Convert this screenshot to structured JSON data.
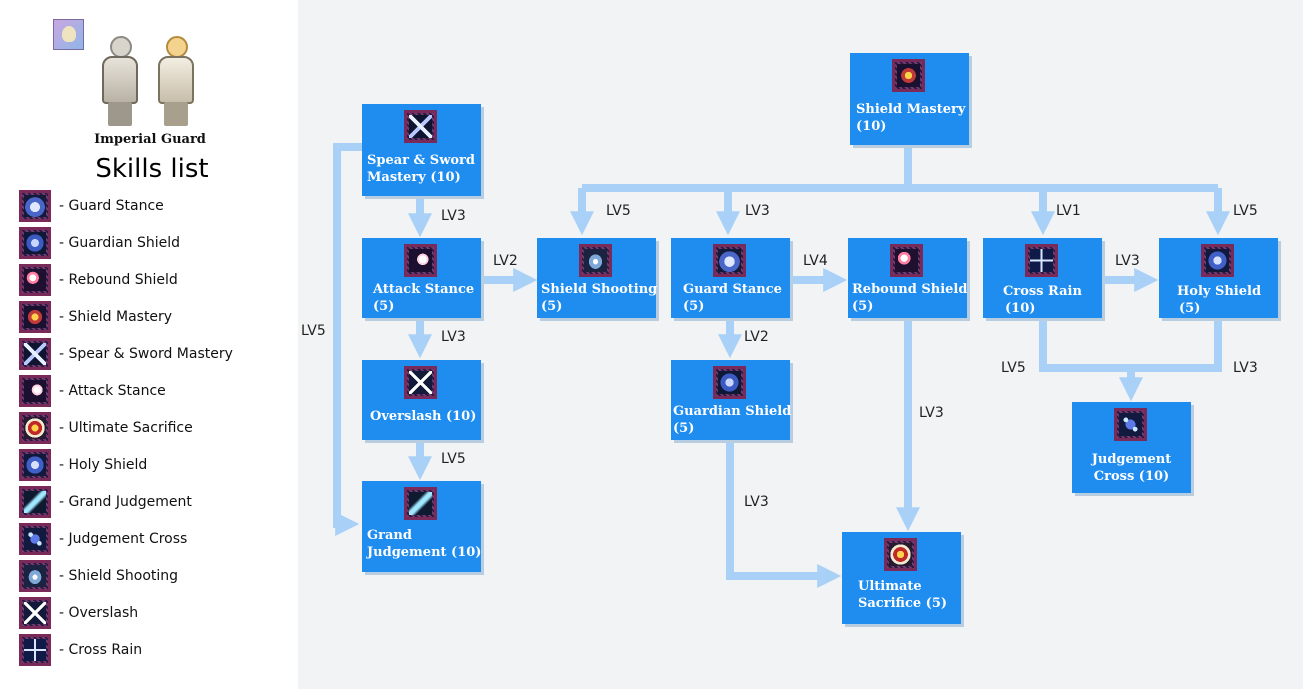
{
  "header": {
    "class_name": "Imperial Guard",
    "title": "Skills list"
  },
  "legend": [
    {
      "icon": "guard-stance-icon",
      "label": "- Guard Stance"
    },
    {
      "icon": "guardian-shield-icon",
      "label": "- Guardian Shield"
    },
    {
      "icon": "rebound-shield-icon",
      "label": "- Rebound Shield"
    },
    {
      "icon": "shield-mastery-icon",
      "label": "- Shield Mastery"
    },
    {
      "icon": "spear-sword-mastery-icon",
      "label": "- Spear & Sword Mastery"
    },
    {
      "icon": "attack-stance-icon",
      "label": "- Attack Stance"
    },
    {
      "icon": "ultimate-sacrifice-icon",
      "label": "- Ultimate Sacrifice"
    },
    {
      "icon": "holy-shield-icon",
      "label": "- Holy Shield"
    },
    {
      "icon": "grand-judgement-icon",
      "label": "- Grand Judgement"
    },
    {
      "icon": "judgement-cross-icon",
      "label": "- Judgement Cross"
    },
    {
      "icon": "shield-shooting-icon",
      "label": "- Shield Shooting"
    },
    {
      "icon": "overslash-icon",
      "label": "- Overslash"
    },
    {
      "icon": "cross-rain-icon",
      "label": "- Cross Rain"
    }
  ],
  "tree": {
    "nodes": {
      "spear_sword_mastery": {
        "line1": "Spear & Sword",
        "line2": "Mastery (10)"
      },
      "attack_stance": {
        "line1": "Attack Stance",
        "line2": "(5)"
      },
      "overslash": {
        "line1": "Overslash (10)"
      },
      "grand_judgement": {
        "line1": "Grand",
        "line2": "Judgement (10)"
      },
      "shield_shooting": {
        "line1": "Shield Shooting",
        "line2": "(5)"
      },
      "guard_stance": {
        "line1": "Guard Stance",
        "line2": "(5)"
      },
      "guardian_shield": {
        "line1": "Guardian Shield",
        "line2": "(5)"
      },
      "rebound_shield": {
        "line1": "Rebound Shield",
        "line2": "(5)"
      },
      "ultimate_sacrifice": {
        "line1": "Ultimate",
        "line2": "Sacrifice (5)"
      },
      "shield_mastery": {
        "line1": "Shield Mastery",
        "line2": "(10)"
      },
      "cross_rain": {
        "line1": "Cross Rain",
        "line2": "(10)"
      },
      "holy_shield": {
        "line1": "Holy Shield",
        "line2": "(5)"
      },
      "judgement_cross": {
        "line1": "Judgement",
        "line2": "Cross (10)"
      }
    },
    "levels": {
      "ssm_to_attack": "LV3",
      "attack_to_overslash": "LV3",
      "overslash_to_grand": "LV5",
      "ssm_to_grand": "LV5",
      "attack_to_shooting": "LV2",
      "mastery_to_shooting": "LV5",
      "mastery_to_guard": "LV3",
      "guard_to_rebound": "LV4",
      "guard_to_guardian": "LV2",
      "guardian_to_ultimate": "LV3",
      "rebound_to_ultimate": "LV3",
      "mastery_to_crossrain": "LV1",
      "mastery_to_holy": "LV5",
      "crossrain_to_holy": "LV3",
      "crossrain_to_jcross": "LV5",
      "holy_to_jcross": "LV3"
    }
  },
  "colors": {
    "node_fill": "#1f8cf0",
    "connector": "#a9d1f7",
    "canvas": "#f1f3f5"
  }
}
